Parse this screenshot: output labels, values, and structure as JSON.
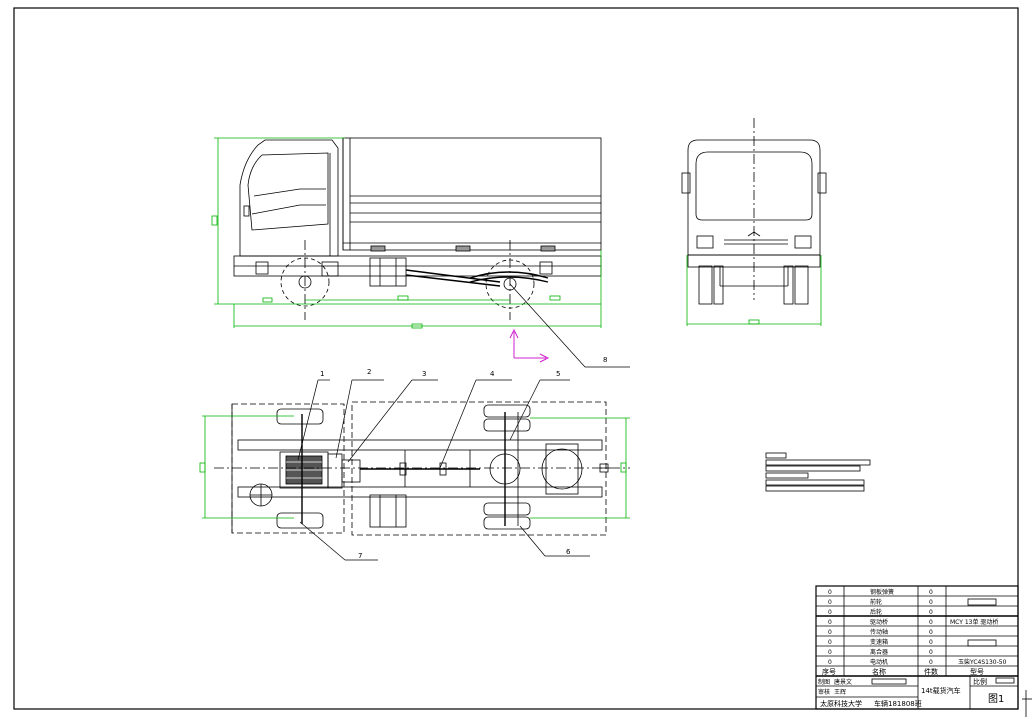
{
  "callouts": [
    "1",
    "2",
    "3",
    "4",
    "5",
    "6",
    "7",
    "8"
  ],
  "title_block": {
    "rows": [
      {
        "no": "0",
        "name": "钢板弹簧",
        "qty": "0",
        "spec": ""
      },
      {
        "no": "0",
        "name": "前轮",
        "qty": "0",
        "spec": ""
      },
      {
        "no": "0",
        "name": "后轮",
        "qty": "0",
        "spec": ""
      },
      {
        "no": "0",
        "name": "驱动桥",
        "qty": "0",
        "spec": "MCY 13单 驱动桥"
      },
      {
        "no": "0",
        "name": "传动轴",
        "qty": "0",
        "spec": ""
      },
      {
        "no": "0",
        "name": "变速箱",
        "qty": "0",
        "spec": ""
      },
      {
        "no": "0",
        "name": "离合器",
        "qty": "0",
        "spec": ""
      },
      {
        "no": "0",
        "name": "电动机",
        "qty": "0",
        "spec": "玉柴YC4S130-50"
      }
    ],
    "headers": {
      "no": "序号",
      "name": "名称",
      "qty": "件数",
      "spec": "型号"
    },
    "designer_label": "制图",
    "designer_name": "唐景文",
    "reviewer_label": "审核",
    "reviewer_name": "王辉",
    "drawing_title": "14t载货汽车",
    "scale_label": "比例",
    "figure_no": "图1",
    "school": "太原科技大学",
    "class_info": "车辆181808班"
  },
  "colors": {
    "line": "#000000",
    "dim": "#00b400",
    "axis": "#d020d0"
  }
}
